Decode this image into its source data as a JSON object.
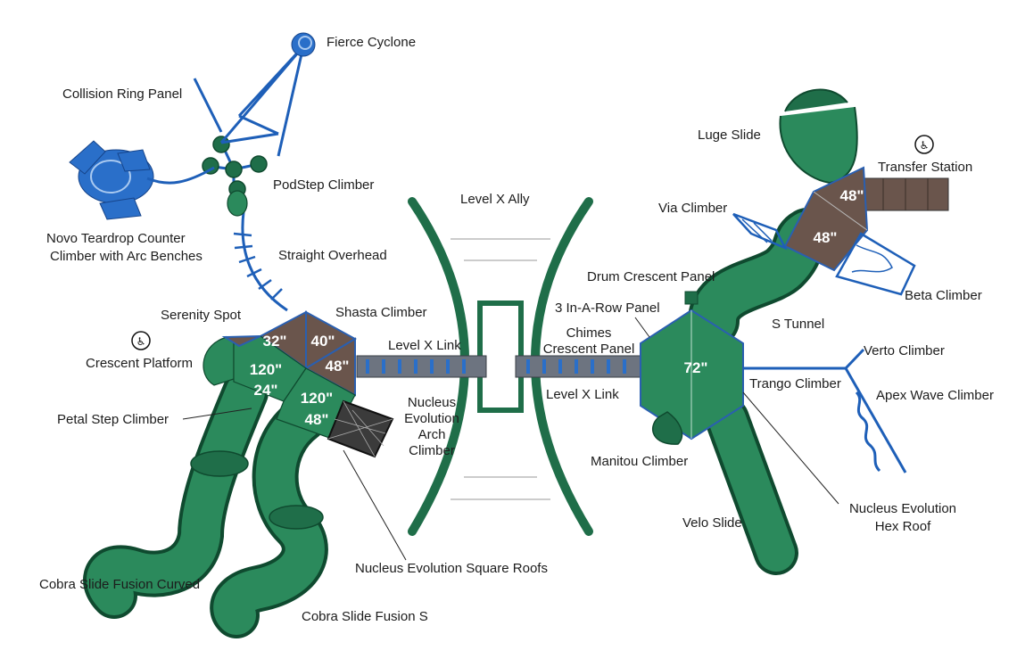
{
  "labels": {
    "fierce_cyclone": "Fierce Cyclone",
    "collision_ring_panel": "Collision Ring Panel",
    "podstep_climber": "PodStep Climber",
    "novo_line1": "Novo Teardrop Counter",
    "novo_line2": "Climber with Arc Benches",
    "straight_overhead": "Straight Overhead",
    "serenity_spot": "Serenity Spot",
    "shasta_climber": "Shasta Climber",
    "crescent_platform": "Crescent Platform",
    "level_x_link_left": "Level X Link",
    "petal_step_climber": "Petal Step Climber",
    "nucleus_arch_line1": "Nucleus",
    "nucleus_arch_line2": "Evolution",
    "nucleus_arch_line3": "Arch",
    "nucleus_arch_line4": "Climber",
    "nucleus_square_roofs": "Nucleus Evolution Square Roofs",
    "cobra_curved": "Cobra Slide Fusion Curved",
    "cobra_s": "Cobra Slide Fusion S",
    "level_x_ally": "Level X Ally",
    "luge_slide": "Luge Slide",
    "transfer_station": "Transfer Station",
    "via_climber": "Via Climber",
    "drum_crescent_panel": "Drum Crescent Panel",
    "beta_climber": "Beta Climber",
    "three_in_a_row_panel": "3 In-A-Row Panel",
    "chimes_line1": "Chimes",
    "chimes_line2": "Crescent Panel",
    "s_tunnel": "S Tunnel",
    "verto_climber": "Verto Climber",
    "trango_climber": "Trango Climber",
    "apex_wave_climber": "Apex Wave Climber",
    "level_x_link_right": "Level X Link",
    "manitou_climber": "Manitou Climber",
    "velo_slide": "Velo Slide",
    "hex_roof_line1": "Nucleus Evolution",
    "hex_roof_line2": "Hex Roof"
  },
  "heights": {
    "d32": "32\"",
    "d40": "40\"",
    "d48a": "48\"",
    "d120a": "120\"",
    "d24": "24\"",
    "d120b": "120\"",
    "d48b": "48\"",
    "d72": "72\"",
    "d48c": "48\"",
    "d48d": "48\""
  },
  "icons": {
    "accessible_crescent": "wheelchair-icon",
    "accessible_transfer": "wheelchair-icon"
  },
  "colors": {
    "equipment_green": "#1f6e49",
    "deck_brown": "#6a554c",
    "climber_blue": "#1e5fb8"
  }
}
